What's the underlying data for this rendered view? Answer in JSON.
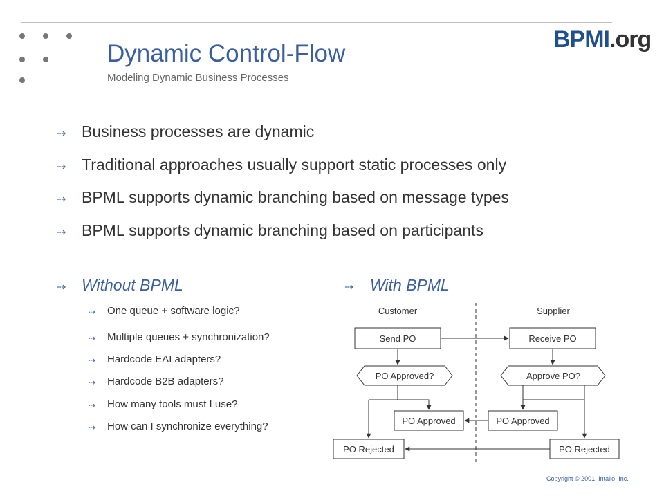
{
  "header": {
    "title": "Dynamic Control-Flow",
    "subtitle": "Modeling Dynamic Business Processes",
    "logo_main": "BPMI",
    "logo_suffix": ".org"
  },
  "bullets": [
    "Business processes are dynamic",
    "Traditional approaches usually support static processes only",
    "BPML supports dynamic branching based on message types",
    "BPML supports dynamic branching based on participants"
  ],
  "without": {
    "heading": "Without BPML",
    "items": [
      "One queue + software logic?",
      "Multiple queues + synchronization?",
      "Hardcode EAI adapters?",
      "Hardcode B2B adapters?",
      "How many tools must I use?",
      "How can I synchronize everything?"
    ]
  },
  "with": {
    "heading": "With BPML",
    "lanes": {
      "left": "Customer",
      "right": "Supplier"
    },
    "nodes": {
      "send_po": "Send PO",
      "receive_po": "Receive PO",
      "po_approved_q": "PO Approved?",
      "approve_po_q": "Approve PO?",
      "po_approved_left": "PO Approved",
      "po_approved_right": "PO Approved",
      "po_rejected_left": "PO Rejected",
      "po_rejected_right": "PO Rejected"
    }
  },
  "footer": {
    "copyright": "Copyright © 2001, Intalio, Inc."
  }
}
